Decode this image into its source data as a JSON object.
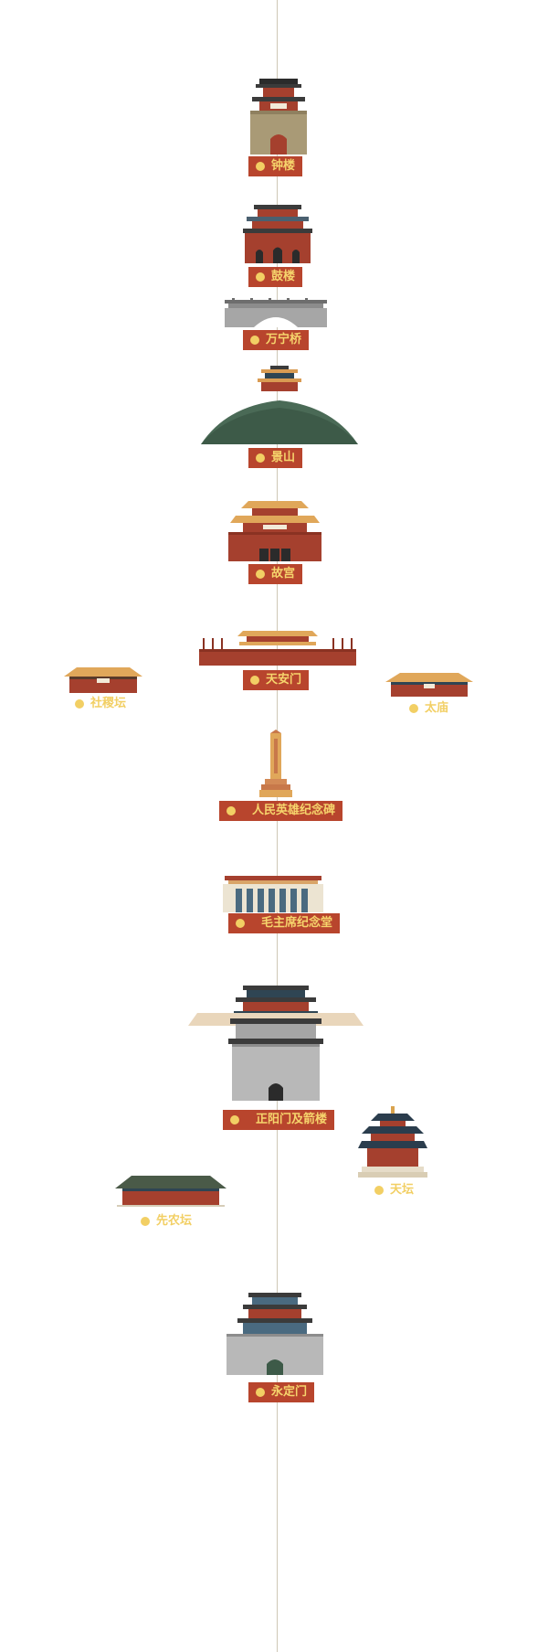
{
  "palette": {
    "axis": "#cfc7b6",
    "tag_background": "#b8452d",
    "tag_text": "#f6d46c",
    "dot": "#f2cf64"
  },
  "landmarks": [
    {
      "id": "zhonglou",
      "name": "钟楼",
      "icon": "bell-tower-icon"
    },
    {
      "id": "gulou",
      "name": "鼓楼",
      "icon": "drum-tower-icon"
    },
    {
      "id": "wanningqiao",
      "name": "万宁桥",
      "icon": "stone-bridge-icon"
    },
    {
      "id": "jingshan",
      "name": "景山",
      "icon": "hill-pavilion-icon"
    },
    {
      "id": "gugong",
      "name": "故宫",
      "icon": "palace-hall-icon"
    },
    {
      "id": "tiananmen",
      "name": "天安门",
      "icon": "gate-tower-icon"
    },
    {
      "id": "shejitan",
      "name": "社稷坛",
      "icon": "altar-hall-icon"
    },
    {
      "id": "taimiao",
      "name": "太庙",
      "icon": "temple-hall-icon"
    },
    {
      "id": "monument",
      "name": "人民英雄纪念碑",
      "icon": "obelisk-icon"
    },
    {
      "id": "mausoleum",
      "name": "毛主席纪念堂",
      "icon": "memorial-hall-icon"
    },
    {
      "id": "zhengyangmen",
      "name": "正阳门及箭楼",
      "icon": "gate-arrow-tower-icon"
    },
    {
      "id": "tiantan",
      "name": "天坛",
      "icon": "round-temple-icon"
    },
    {
      "id": "xiannongtan",
      "name": "先农坛",
      "icon": "long-hall-icon"
    },
    {
      "id": "yongdingmen",
      "name": "永定门",
      "icon": "city-gate-icon"
    }
  ]
}
